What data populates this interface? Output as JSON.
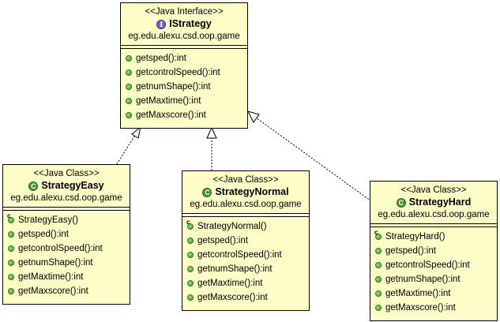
{
  "interface": {
    "stereotype": "<<Java Interface>>",
    "name": "IStrategy",
    "package": "eg.edu.alexu.csd.oop.game",
    "methods": [
      "getsped():int",
      "getcontrolSpeed():int",
      "getnumShape():int",
      "getMaxtime():int",
      "getMaxscore():int"
    ]
  },
  "classes": [
    {
      "stereotype": "<<Java Class>>",
      "name": "StrategyEasy",
      "package": "eg.edu.alexu.csd.oop.game",
      "constructor": "StrategyEasy()",
      "methods": [
        "getsped():int",
        "getcontrolSpeed():int",
        "getnumShape():int",
        "getMaxtime():int",
        "getMaxscore():int"
      ]
    },
    {
      "stereotype": "<<Java Class>>",
      "name": "StrategyNormal",
      "package": "eg.edu.alexu.csd.oop.game",
      "constructor": "StrategyNormal()",
      "methods": [
        "getsped():int",
        "getcontrolSpeed():int",
        "getnumShape():int",
        "getMaxtime():int",
        "getMaxscore():int"
      ]
    },
    {
      "stereotype": "<<Java Class>>",
      "name": "StrategyHard",
      "package": "eg.edu.alexu.csd.oop.game",
      "constructor": "StrategyHard()",
      "methods": [
        "getsped():int",
        "getcontrolSpeed():int",
        "getnumShape():int",
        "getMaxtime():int",
        "getMaxscore():int"
      ]
    }
  ],
  "colors": {
    "box_fill": "#fdfdc8",
    "method_icon": "#3d9a2a",
    "interface_icon": "#7a5fc0"
  }
}
